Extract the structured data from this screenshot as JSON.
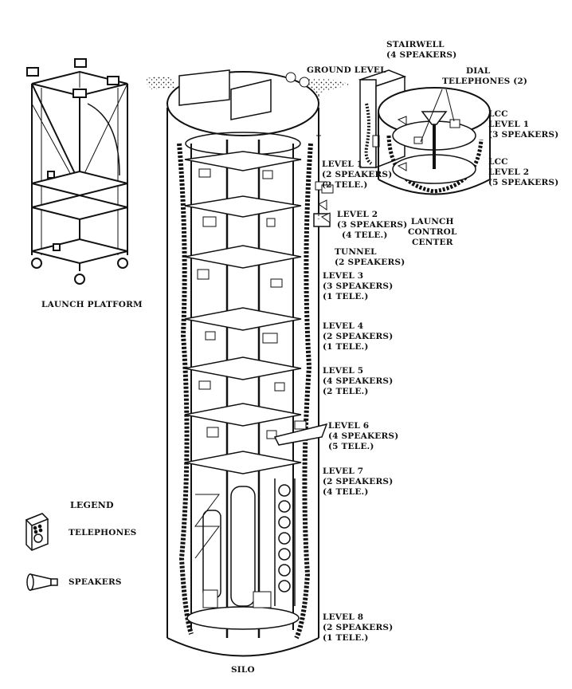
{
  "labels": {
    "stairwell": [
      "STAIRWELL",
      "(4 SPEAKERS)"
    ],
    "ground_level": "GROUND LEVEL",
    "dial_telephones": [
      "DIAL",
      "TELEPHONES (2)"
    ],
    "lcc_level_1": [
      "LCC",
      "LEVEL 1",
      "(3 SPEAKERS)"
    ],
    "lcc_level_2": [
      "LCC",
      "LEVEL 2",
      "(5 SPEAKERS)"
    ],
    "launch_control_center": [
      "LAUNCH",
      "CONTROL",
      "CENTER"
    ],
    "launch_platform": "LAUNCH PLATFORM",
    "silo": "SILO",
    "tunnel": [
      "TUNNEL",
      "(2 SPEAKERS)"
    ]
  },
  "silo_levels": [
    {
      "name": "LEVEL 1",
      "speakers": "(2 SPEAKERS)",
      "tele": "(2 TELE.)"
    },
    {
      "name": "LEVEL 2",
      "speakers": "(3 SPEAKERS)",
      "tele": "(4 TELE.)"
    },
    {
      "name": "LEVEL 3",
      "speakers": "(3 SPEAKERS)",
      "tele": "(1 TELE.)"
    },
    {
      "name": "LEVEL 4",
      "speakers": "(2 SPEAKERS)",
      "tele": "(1 TELE.)"
    },
    {
      "name": "LEVEL 5",
      "speakers": "(4 SPEAKERS)",
      "tele": "(2 TELE.)"
    },
    {
      "name": "LEVEL 6",
      "speakers": "(4 SPEAKERS)",
      "tele": "(5 TELE.)"
    },
    {
      "name": "LEVEL 7",
      "speakers": "(2 SPEAKERS)",
      "tele": "(4 TELE.)"
    },
    {
      "name": "LEVEL 8",
      "speakers": "(2 SPEAKERS)",
      "tele": "(1 TELE.)"
    }
  ],
  "legend": {
    "title": "LEGEND",
    "items": [
      {
        "label": "TELEPHONES",
        "icon": "telephone-icon"
      },
      {
        "label": "SPEAKERS",
        "icon": "speaker-icon"
      }
    ]
  }
}
